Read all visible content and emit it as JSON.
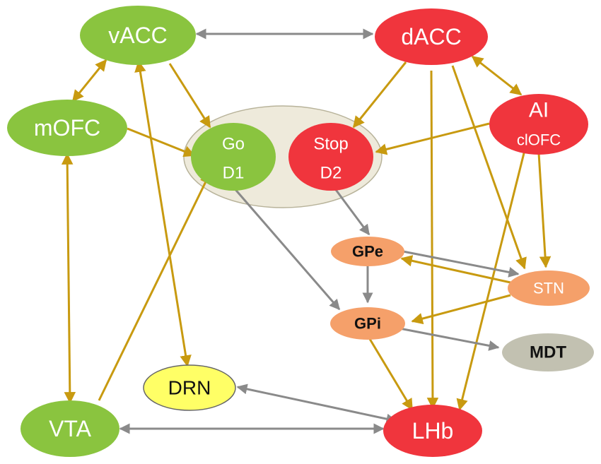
{
  "colors": {
    "green": "#8ac43f",
    "red": "#f0353d",
    "orange": "#f5a06a",
    "yellow": "#ffff66",
    "gray_node": "#c2c1b1",
    "striatum_fill": "#eeeadb",
    "striatum_stroke": "#b8b39a",
    "gold_arrow": "#c89a10",
    "gray_arrow": "#8a8a8a",
    "white_text": "#ffffff",
    "black_text": "#111111"
  },
  "nodes": {
    "vacc": "vACC",
    "dacc": "dACC",
    "mofc": "mOFC",
    "ai": "AI",
    "clofc": "clOFC",
    "go": "Go",
    "d1": "D1",
    "stop": "Stop",
    "d2": "D2",
    "gpe": "GPe",
    "gpi": "GPi",
    "stn": "STN",
    "mdt": "MDT",
    "drn": "DRN",
    "vta": "VTA",
    "lhb": "LHb"
  }
}
